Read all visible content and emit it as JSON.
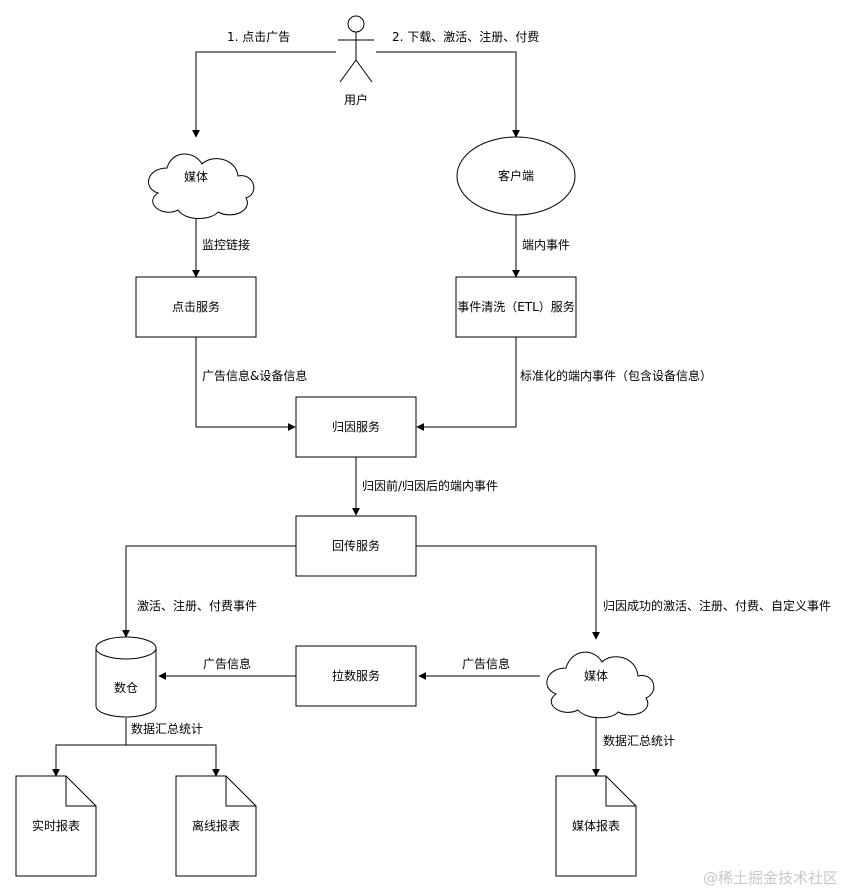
{
  "actor": {
    "label": "用户"
  },
  "nodes": {
    "media_top": "媒体",
    "client": "客户端",
    "click_service": "点击服务",
    "etl_service": "事件清洗（ETL）服务",
    "attribution_service": "归因服务",
    "callback_service": "回传服务",
    "warehouse": "数仓",
    "pull_service": "拉数服务",
    "media_bottom": "媒体",
    "realtime_report": "实时报表",
    "offline_report": "离线报表",
    "media_report": "媒体报表"
  },
  "edges": {
    "click_ad": "1. 点击广告",
    "download_activate": "2. 下载、激活、注册、付费",
    "monitor_link": "监控链接",
    "in_app_events": "端内事件",
    "ad_device_info": "广告信息&设备信息",
    "normalized_events": "标准化的端内事件（包含设备信息）",
    "pre_post_attribution": "归因前/归因后的端内事件",
    "activate_register_pay": "激活、注册、付费事件",
    "attributed_events": "归因成功的激活、注册、付费、自定义事件",
    "ad_info_left": "广告信息",
    "ad_info_right": "广告信息",
    "data_stats_left": "数据汇总统计",
    "data_stats_right": "数据汇总统计"
  },
  "watermark": "@稀土掘金技术社区"
}
